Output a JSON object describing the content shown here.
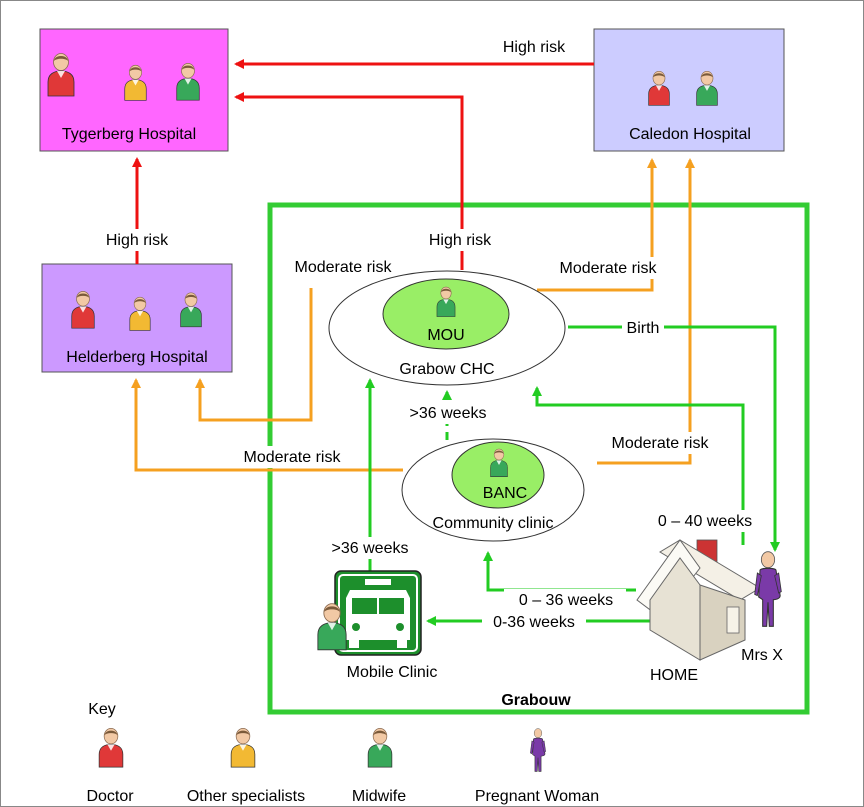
{
  "colors": {
    "tygerberg_fill": "#ff66ff",
    "caledon_fill": "#ccccff",
    "helderberg_fill": "#cc99ff",
    "high_risk": "#ee1111",
    "moderate_risk": "#f5a020",
    "referral": "#22cc22",
    "facility_fill": "#99ee66",
    "region_border": "#33cc33"
  },
  "hospitals": {
    "tygerberg": "Tygerberg Hospital",
    "caledon": "Caledon Hospital",
    "helderberg": "Helderberg Hospital"
  },
  "region": {
    "name": "Grabouw"
  },
  "facilities": {
    "chc": {
      "unit": "MOU",
      "name": "Grabow CHC"
    },
    "clinic": {
      "unit": "BANC",
      "name": "Community clinic"
    },
    "mobile": {
      "name": "Mobile Clinic"
    },
    "home": {
      "name": "HOME"
    },
    "woman": {
      "name": "Mrs X"
    }
  },
  "flow_labels": {
    "caledon_to_tygerberg": "High risk",
    "helderberg_to_tygerberg": "High risk",
    "chc_to_tygerberg": "High risk",
    "chc_to_helderberg": "Moderate risk",
    "chc_to_caledon": "Moderate risk",
    "birth": "Birth",
    "clinic_to_chc": ">36 weeks",
    "clinic_to_helderberg": "Moderate risk",
    "clinic_to_caledon": "Moderate risk",
    "home_to_woman": "0 – 40 weeks",
    "mobile_to_chc": ">36 weeks",
    "home_to_clinic": "0 – 36 weeks",
    "home_to_mobile": "0-36 weeks"
  },
  "key": {
    "title": "Key",
    "items": [
      "Doctor",
      "Other specialists",
      "Midwife",
      "Pregnant Woman"
    ],
    "person_colors": {
      "doctor": "#e03838",
      "other": "#f2b933",
      "midwife": "#38a85a",
      "woman": "#7a3aa8"
    }
  }
}
